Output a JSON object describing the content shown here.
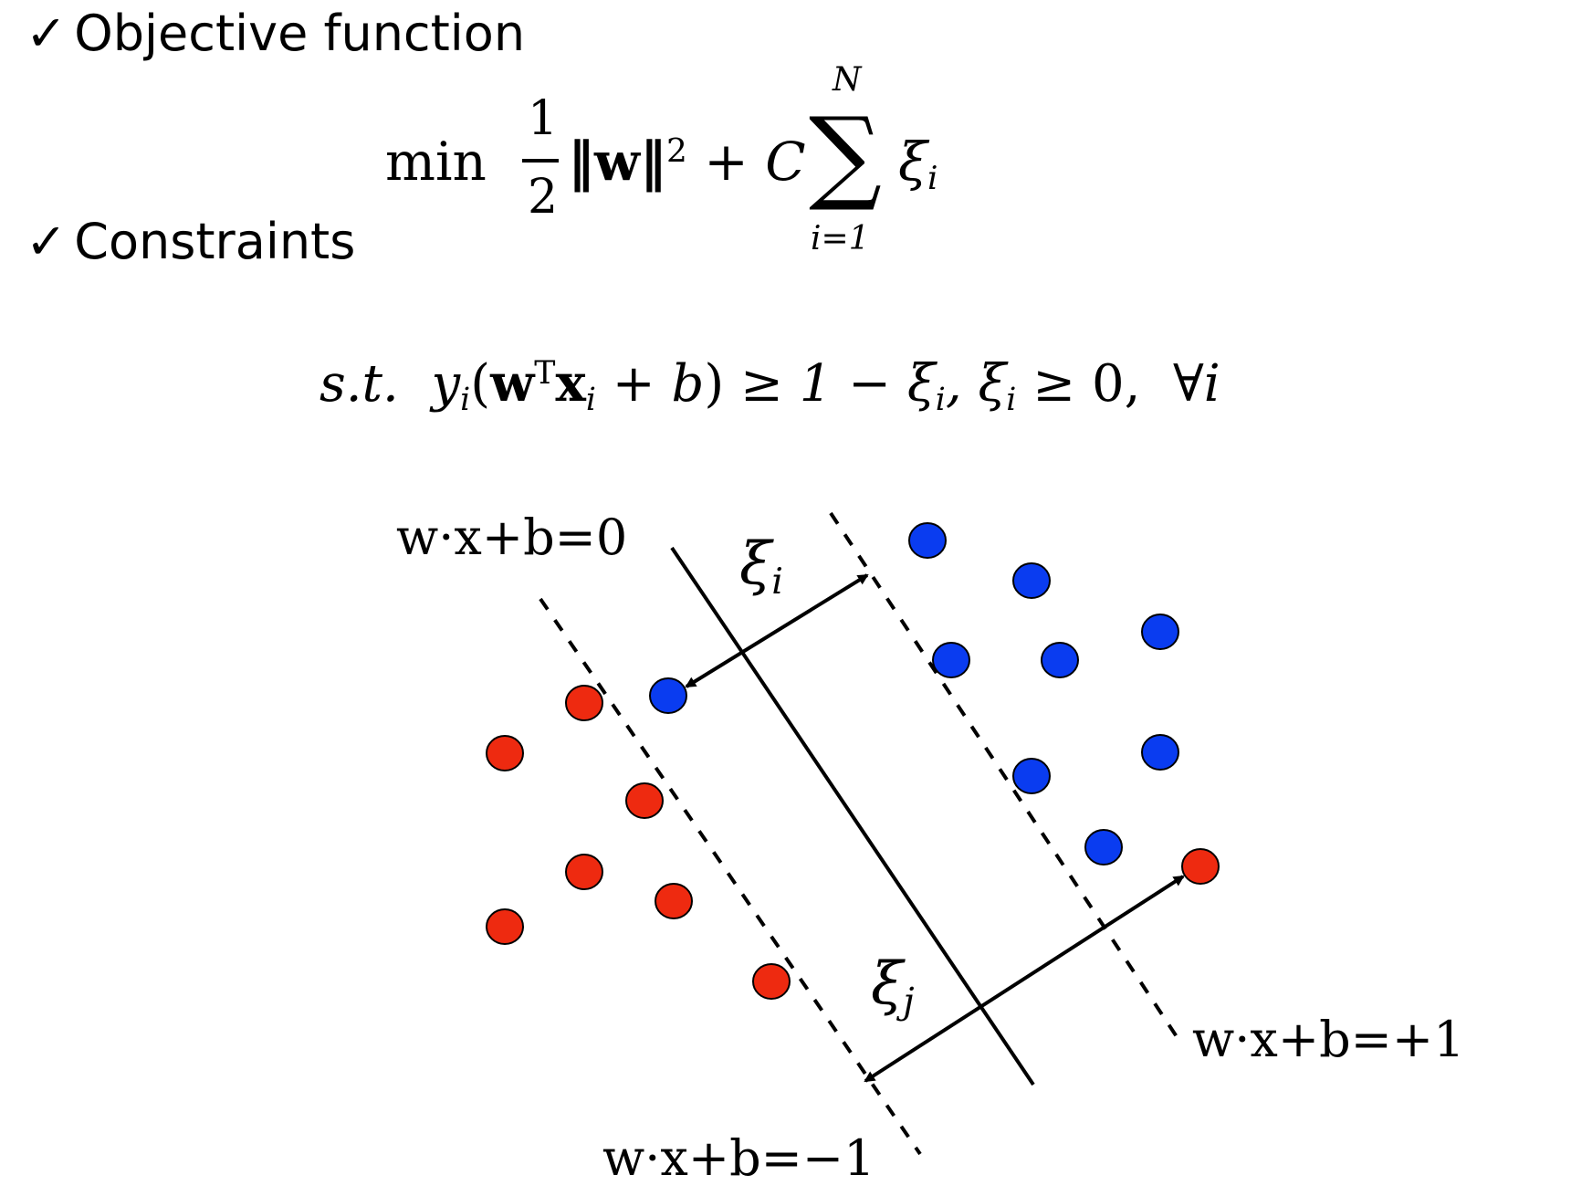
{
  "bullets": {
    "check_glyph": "✓",
    "objective": "Objective function",
    "constraints": "Constraints"
  },
  "objective_formula": {
    "op": "min",
    "frac_num": "1",
    "frac_den": "2",
    "norm": "‖w‖",
    "norm_exp": "2",
    "plus_c": "+ C",
    "sum_symbol": "∑",
    "sum_upper": "N",
    "sum_lower": "i=1",
    "term": "ξ",
    "term_sub": "i"
  },
  "constraint_formula": {
    "st": "s.t.",
    "y": "y",
    "y_sub": "i",
    "open": "(",
    "w": "w",
    "w_sup": "T",
    "x": "x",
    "x_sub": "i",
    "plus_b": "+ b",
    "close": ")",
    "ge_one_minus": "≥ 1 − ξ",
    "xi_sub": "i",
    "comma_xi": ", ξ",
    "xi2_sub": "i",
    "ge_zero": "≥ 0,",
    "forall": "∀i"
  },
  "diagram": {
    "labels": {
      "hyperplane": "w·x+b=0",
      "margin_plus": "w·x+b=+1",
      "margin_minus": "w·x+b=−1",
      "slack_i": "ξ",
      "slack_i_sub": "i",
      "slack_j": "ξ",
      "slack_j_sub": "j"
    },
    "colors": {
      "positive": "#0a3cf0",
      "negative": "#ee2a10",
      "outline": "#000000"
    }
  }
}
